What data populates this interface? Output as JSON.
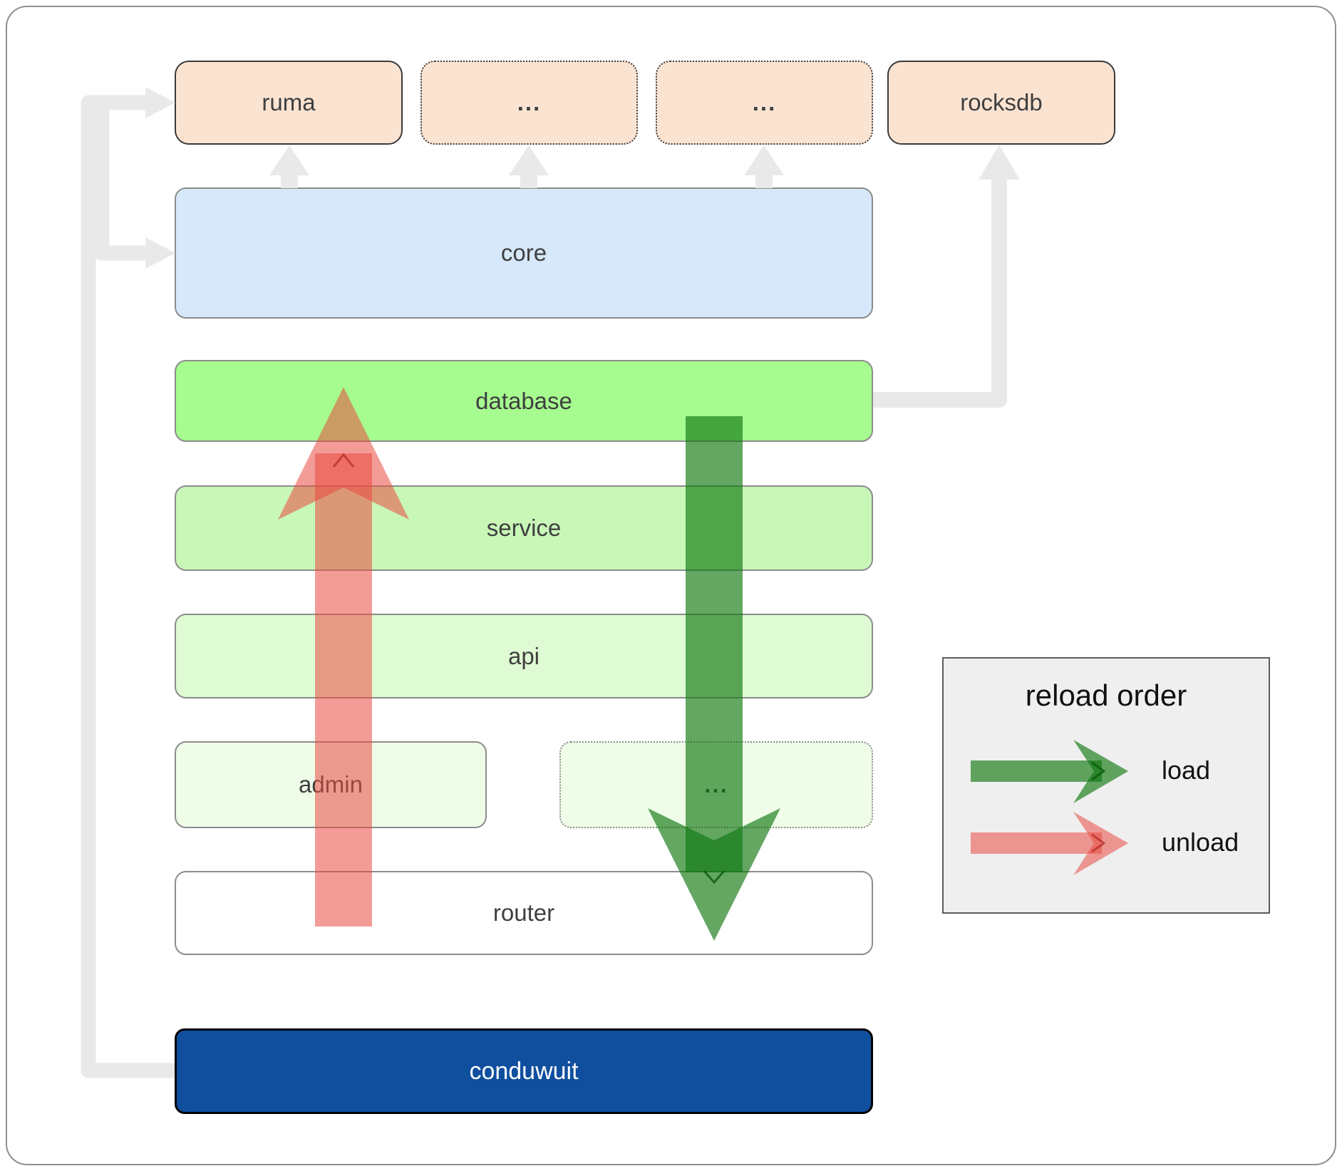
{
  "nodes": {
    "ruma": "ruma",
    "ellipsis_top_left": "...",
    "ellipsis_top_right": "...",
    "rocksdb": "rocksdb",
    "core": "core",
    "database": "database",
    "service": "service",
    "api": "api",
    "admin": "admin",
    "ellipsis_admin": "...",
    "router": "router",
    "conduwuit": "conduwuit"
  },
  "legend": {
    "title": "reload order",
    "items": [
      {
        "label": "load",
        "color": "#107810"
      },
      {
        "label": "unload",
        "color": "#ea4b42"
      }
    ]
  },
  "colors": {
    "node_peach": "#fbe3d2",
    "node_blue": "#d6e8fa",
    "node_green_bright": "#a6fc8f",
    "node_green_mid": "#c9f7b8",
    "node_green_light": "#dffbd3",
    "node_green_faint": "#eefce8",
    "node_white": "#ffffff",
    "node_navy": "#0f4f9e",
    "connector_gray": "#e9e9e9",
    "arrow_load_green": "#107810",
    "arrow_unload_red": "#ea4b42"
  }
}
